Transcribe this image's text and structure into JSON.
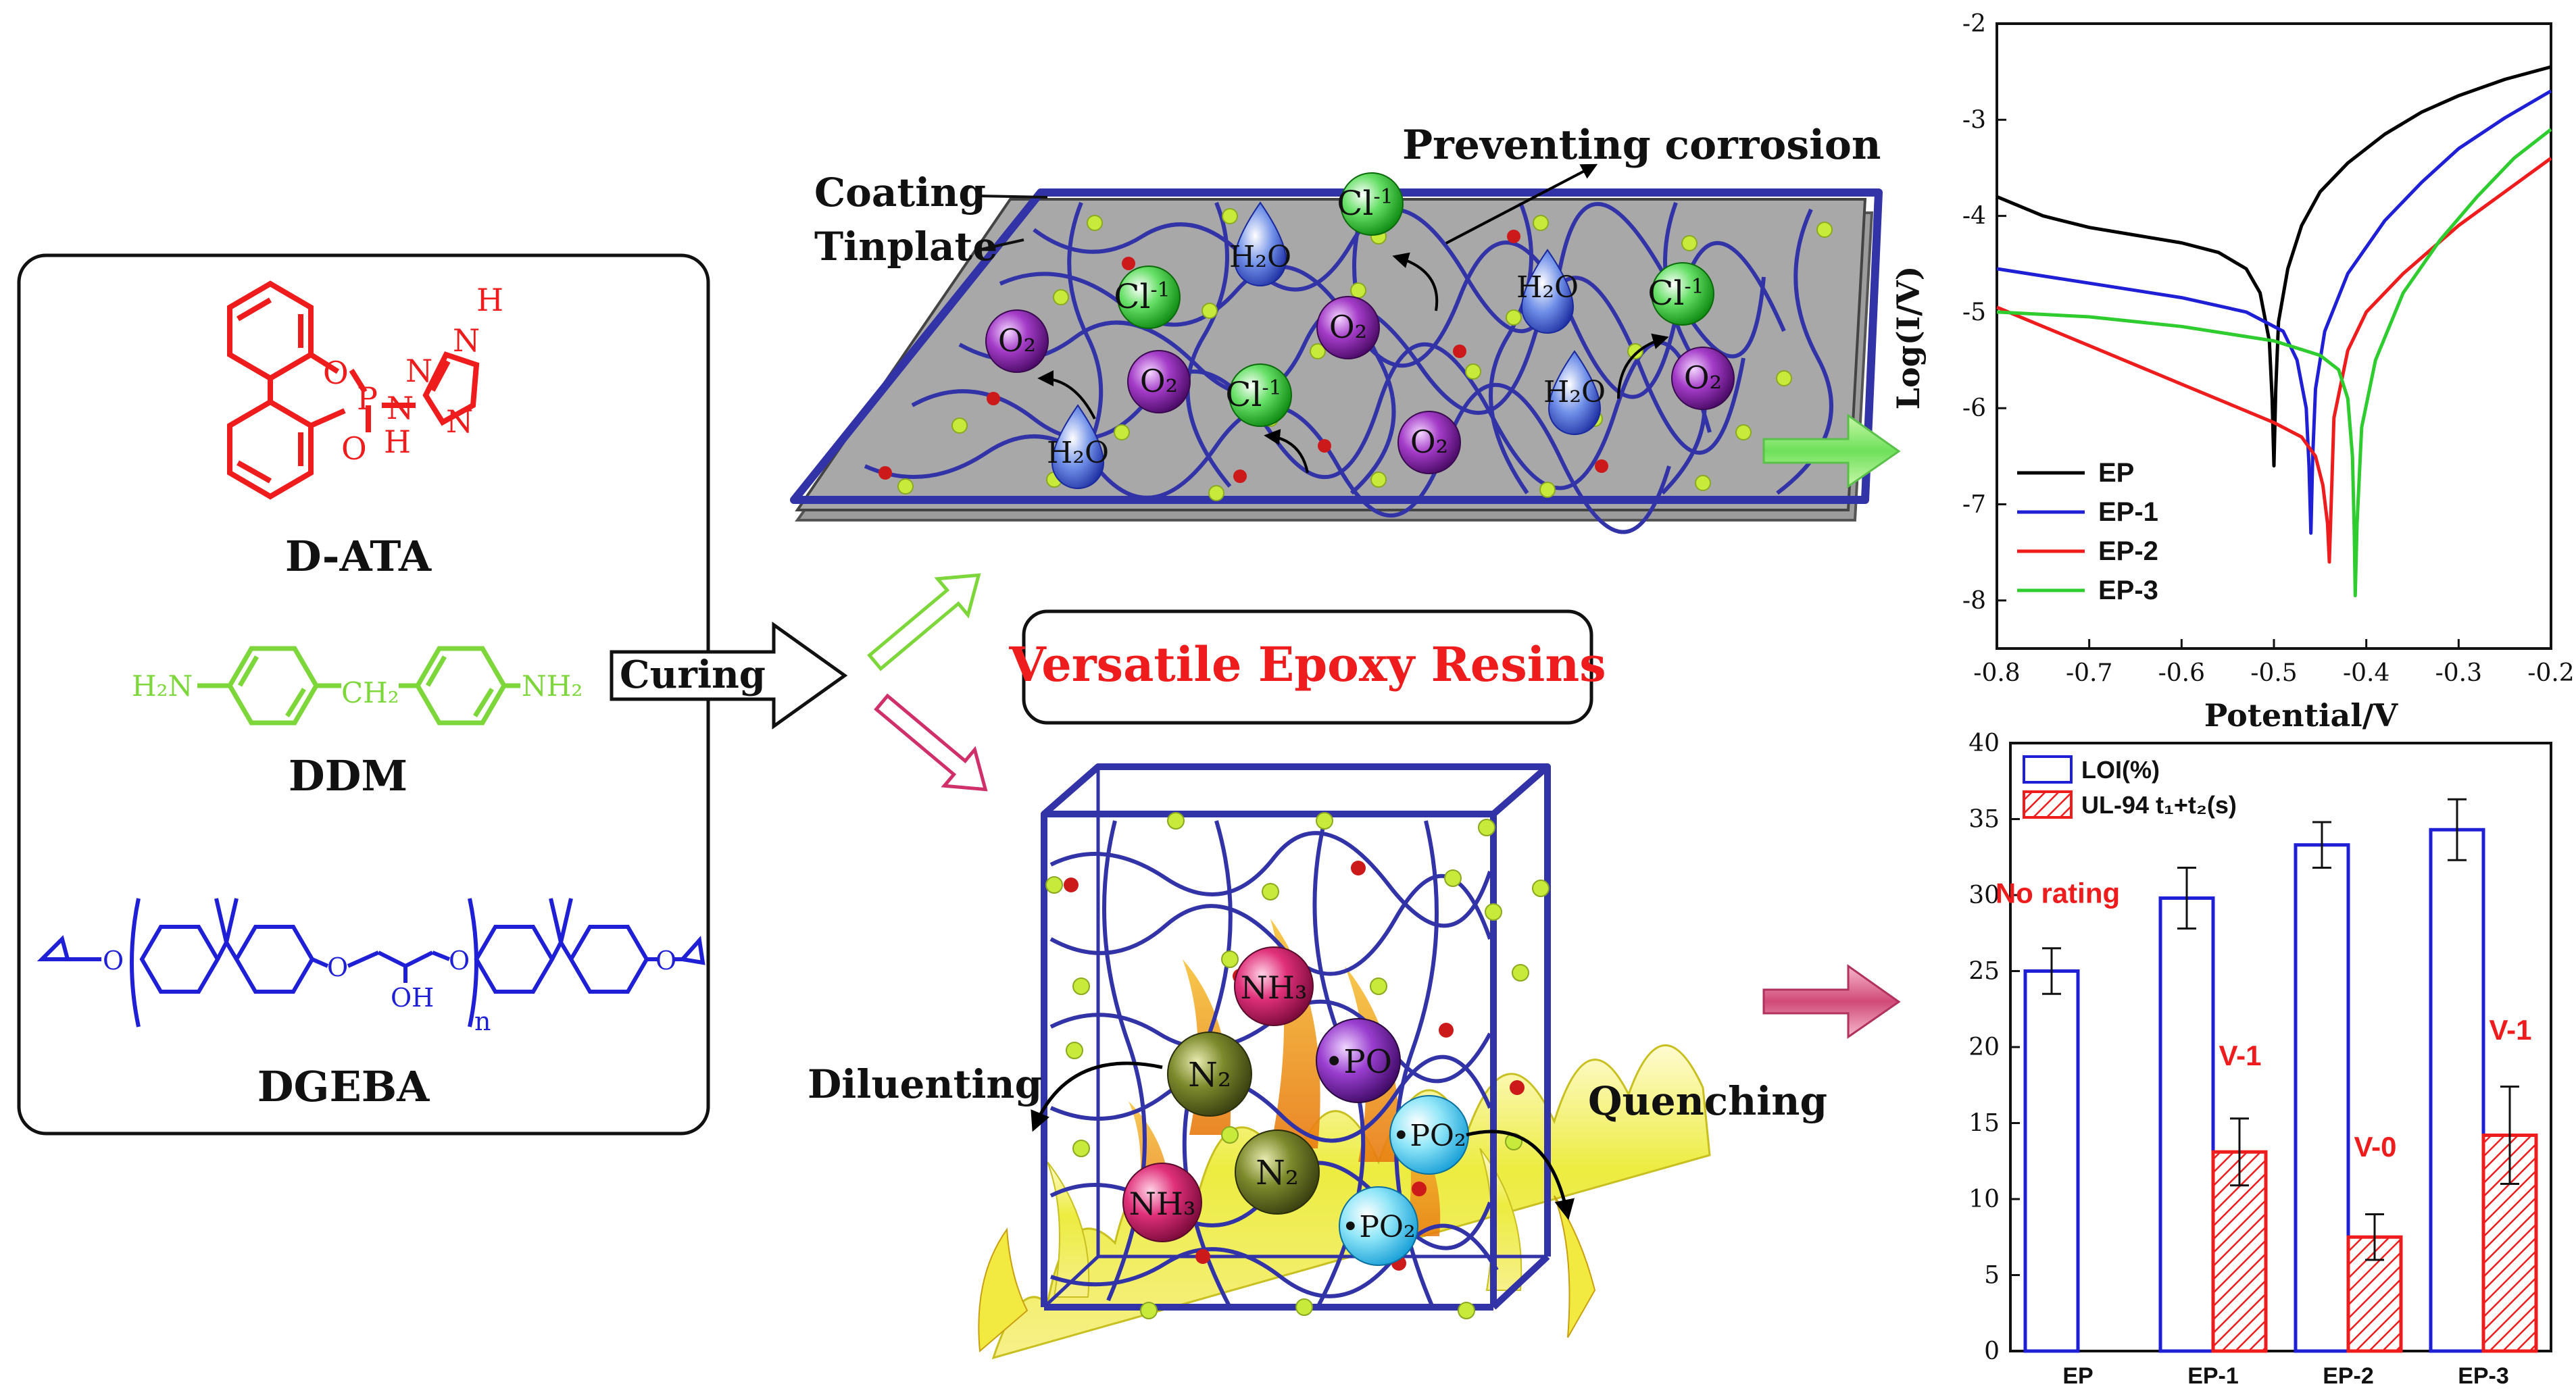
{
  "monomers": {
    "d_ata": {
      "label": "D-ATA",
      "atoms": [
        "O",
        "P",
        "O",
        "N",
        "H",
        "N",
        "N",
        "H",
        "N"
      ]
    },
    "ddm": {
      "label": "DDM",
      "left_group": "H₂N",
      "bridge": "CH₂",
      "right_group": "NH₂"
    },
    "dgeba": {
      "label": "DGEBA",
      "atoms": [
        "O",
        "O",
        "OH",
        "O",
        "O",
        "n"
      ]
    }
  },
  "curing_label": "Curing",
  "center_title": "Versatile Epoxy Resins",
  "coating": {
    "coating_label": "Coating",
    "tinplate_label": "Tinplate",
    "preventing_label": "Preventing corrosion",
    "species": [
      {
        "text": "Cl",
        "sup": "-1",
        "kind": "cl"
      },
      {
        "text": "Cl",
        "sup": "-1",
        "kind": "cl"
      },
      {
        "text": "Cl",
        "sup": "-1",
        "kind": "cl"
      },
      {
        "text": "Cl",
        "sup": "-1",
        "kind": "cl"
      },
      {
        "text": "H₂O",
        "sup": "",
        "kind": "water"
      },
      {
        "text": "H₂O",
        "sup": "",
        "kind": "water"
      },
      {
        "text": "H₂O",
        "sup": "",
        "kind": "water"
      },
      {
        "text": "H₂O",
        "sup": "",
        "kind": "water"
      },
      {
        "text": "O₂",
        "sup": "",
        "kind": "o2"
      },
      {
        "text": "O₂",
        "sup": "",
        "kind": "o2"
      },
      {
        "text": "O₂",
        "sup": "",
        "kind": "o2"
      },
      {
        "text": "O₂",
        "sup": "",
        "kind": "o2"
      },
      {
        "text": "O₂",
        "sup": "",
        "kind": "o2"
      }
    ]
  },
  "flame": {
    "diluenting_label": "Diluenting",
    "quenching_label": "Quenching",
    "species": [
      {
        "text": "NH₃",
        "kind": "nh3"
      },
      {
        "text": "NH₃",
        "kind": "nh3"
      },
      {
        "text": "N₂",
        "kind": "n2"
      },
      {
        "text": "N₂",
        "kind": "n2"
      },
      {
        "text": "•PO",
        "kind": "po"
      },
      {
        "text": "•PO₂",
        "kind": "po2"
      },
      {
        "text": "•PO₂",
        "kind": "po2"
      }
    ]
  },
  "colors": {
    "red": "#ee1c1c",
    "green": "#7dd63a",
    "blue": "#1f1fd6",
    "navy": "#3333a8",
    "fill_red": "#f08080"
  },
  "chart_data": [
    {
      "type": "line",
      "xlabel": "Potential/V",
      "ylabel": "Log(I/V)",
      "xlim": [
        -0.8,
        -0.2
      ],
      "ylim": [
        -8.5,
        -2
      ],
      "xticks": [
        -0.8,
        -0.7,
        -0.6,
        -0.5,
        -0.4,
        -0.3,
        -0.2
      ],
      "yticks": [
        -2,
        -3,
        -4,
        -5,
        -6,
        -7,
        -8
      ],
      "legend": "bottom-left",
      "series": [
        {
          "name": "EP",
          "color": "#000000",
          "x": [
            -0.8,
            -0.75,
            -0.7,
            -0.65,
            -0.6,
            -0.56,
            -0.53,
            -0.515,
            -0.505,
            -0.502,
            -0.5,
            -0.498,
            -0.495,
            -0.485,
            -0.47,
            -0.45,
            -0.42,
            -0.38,
            -0.34,
            -0.3,
            -0.25,
            -0.2
          ],
          "y": [
            -3.8,
            -4.0,
            -4.12,
            -4.2,
            -4.28,
            -4.38,
            -4.55,
            -4.8,
            -5.3,
            -5.9,
            -6.6,
            -5.8,
            -5.1,
            -4.55,
            -4.1,
            -3.75,
            -3.45,
            -3.15,
            -2.92,
            -2.75,
            -2.58,
            -2.45
          ]
        },
        {
          "name": "EP-1",
          "color": "#1f1fd6",
          "x": [
            -0.8,
            -0.7,
            -0.6,
            -0.53,
            -0.49,
            -0.475,
            -0.465,
            -0.462,
            -0.46,
            -0.458,
            -0.455,
            -0.445,
            -0.42,
            -0.38,
            -0.34,
            -0.3,
            -0.25,
            -0.2
          ],
          "y": [
            -4.55,
            -4.7,
            -4.85,
            -5.0,
            -5.2,
            -5.5,
            -6.0,
            -6.6,
            -7.3,
            -6.5,
            -5.8,
            -5.2,
            -4.6,
            -4.05,
            -3.65,
            -3.3,
            -2.98,
            -2.7
          ]
        },
        {
          "name": "EP-2",
          "color": "#ee1c1c",
          "x": [
            -0.8,
            -0.75,
            -0.7,
            -0.65,
            -0.6,
            -0.55,
            -0.5,
            -0.47,
            -0.455,
            -0.447,
            -0.442,
            -0.44,
            -0.438,
            -0.435,
            -0.42,
            -0.4,
            -0.36,
            -0.3,
            -0.25,
            -0.2
          ],
          "y": [
            -4.95,
            -5.15,
            -5.35,
            -5.55,
            -5.75,
            -5.95,
            -6.15,
            -6.3,
            -6.5,
            -6.8,
            -7.2,
            -7.6,
            -7.0,
            -6.1,
            -5.4,
            -5.0,
            -4.6,
            -4.1,
            -3.75,
            -3.4
          ]
        },
        {
          "name": "EP-3",
          "color": "#2ecc2e",
          "x": [
            -0.8,
            -0.7,
            -0.6,
            -0.5,
            -0.45,
            -0.43,
            -0.42,
            -0.415,
            -0.413,
            -0.412,
            -0.41,
            -0.405,
            -0.39,
            -0.36,
            -0.32,
            -0.28,
            -0.24,
            -0.2
          ],
          "y": [
            -5.0,
            -5.05,
            -5.15,
            -5.3,
            -5.45,
            -5.6,
            -5.9,
            -6.5,
            -7.3,
            -7.95,
            -7.2,
            -6.2,
            -5.5,
            -4.8,
            -4.25,
            -3.8,
            -3.4,
            -3.1
          ]
        }
      ]
    },
    {
      "type": "bar",
      "categories": [
        "EP",
        "EP-1",
        "EP-2",
        "EP-3"
      ],
      "ylim": [
        0,
        40
      ],
      "yticks": [
        0,
        5,
        10,
        15,
        20,
        25,
        30,
        35,
        40
      ],
      "legend": "top-left",
      "series": [
        {
          "name": "LOI(%)",
          "values": [
            25.0,
            29.8,
            33.3,
            34.3
          ],
          "errors": [
            1.5,
            2.0,
            1.5,
            2.0
          ],
          "color": "#1f1fd6"
        },
        {
          "name": "UL-94 t₁+t₂(s)",
          "values": [
            null,
            13.1,
            7.5,
            14.2
          ],
          "errors": [
            null,
            2.2,
            1.5,
            3.2
          ],
          "color": "#ee1c1c"
        }
      ],
      "annotations": [
        "No rating",
        "V-1",
        "V-0",
        "V-1"
      ]
    }
  ]
}
